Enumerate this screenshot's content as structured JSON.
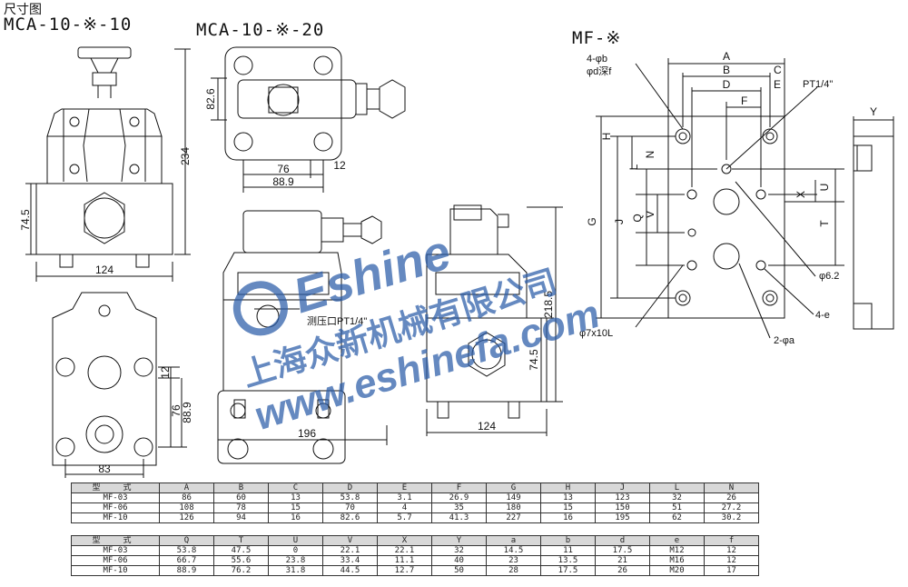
{
  "header": {
    "title": "尺寸图",
    "model_1": "MCA-10-※-10",
    "model_2": "MCA-10-※-20",
    "model_3": "MF-※"
  },
  "watermark": {
    "brand": "Eshine",
    "company": "上海众新机械有限公司",
    "url": "www.eshinefa.com"
  },
  "dims_left": {
    "height": "234",
    "base_height": "74.5",
    "base_width": "124",
    "bolt_v1": "12",
    "bolt_v2": "76",
    "bolt_v3": "88.9",
    "bottom_width": "83"
  },
  "dims_top": {
    "height": "82.6",
    "w1": "76",
    "w2": "12",
    "w3": "88.9"
  },
  "dims_center": {
    "port_label": "测压口PT1/4\"",
    "width": "196",
    "height": "218.5",
    "base_height": "74.5",
    "base_width": "124"
  },
  "dims_mf": {
    "A": "A",
    "B": "B",
    "C": "C",
    "D": "D",
    "E": "E",
    "F": "F",
    "H": "H",
    "N": "N",
    "L": "L",
    "G": "G",
    "J": "J",
    "Q": "Q",
    "V": "V",
    "X": "X",
    "U": "U",
    "T": "T",
    "Y": "Y",
    "hole_b": "4-φb",
    "hole_d": "φd深f",
    "pt": "PT1/4\"",
    "phi62": "φ6.2",
    "e4": "4-e",
    "a2": "2-φa",
    "phi7": "φ7x10L"
  },
  "table1": {
    "header": [
      "型　式",
      "A",
      "B",
      "C",
      "D",
      "E",
      "F",
      "G",
      "H",
      "J",
      "L",
      "N"
    ],
    "rows": [
      [
        "MF-03",
        "86",
        "60",
        "13",
        "53.8",
        "3.1",
        "26.9",
        "149",
        "13",
        "123",
        "32",
        "26"
      ],
      [
        "MF-06",
        "108",
        "78",
        "15",
        "70",
        "4",
        "35",
        "180",
        "15",
        "150",
        "51",
        "27.2"
      ],
      [
        "MF-10",
        "126",
        "94",
        "16",
        "82.6",
        "5.7",
        "41.3",
        "227",
        "16",
        "195",
        "62",
        "30.2"
      ]
    ]
  },
  "table2": {
    "header": [
      "型　式",
      "Q",
      "T",
      "U",
      "V",
      "X",
      "Y",
      "a",
      "b",
      "d",
      "e",
      "f"
    ],
    "rows": [
      [
        "MF-03",
        "53.8",
        "47.5",
        "0",
        "22.1",
        "22.1",
        "32",
        "14.5",
        "11",
        "17.5",
        "M12",
        "12"
      ],
      [
        "MF-06",
        "66.7",
        "55.6",
        "23.8",
        "33.4",
        "11.1",
        "40",
        "23",
        "13.5",
        "21",
        "M16",
        "12"
      ],
      [
        "MF-10",
        "88.9",
        "76.2",
        "31.8",
        "44.5",
        "12.7",
        "50",
        "28",
        "17.5",
        "26",
        "M20",
        "17"
      ]
    ]
  }
}
